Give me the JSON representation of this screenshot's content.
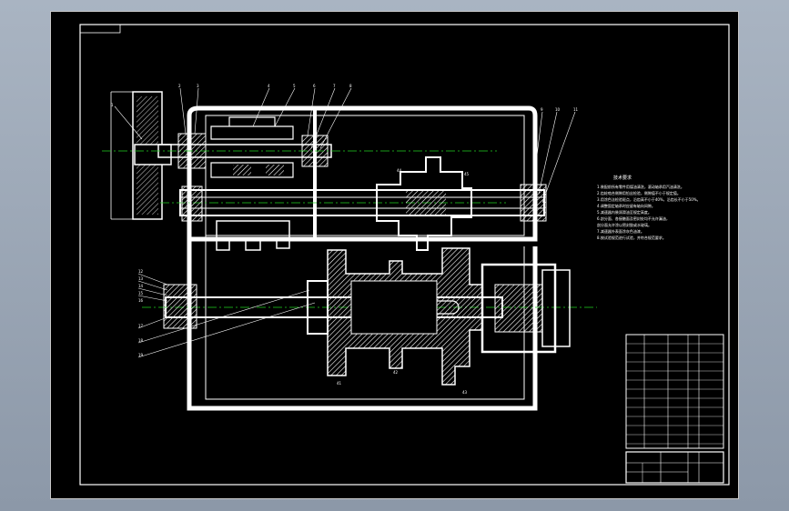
{
  "app": {
    "accent_colors": {
      "background": "#000000",
      "lines": "#ffffff",
      "centerlines": "#22d022"
    }
  },
  "drawing": {
    "technical_requirements": {
      "title": "技术要求",
      "lines": [
        "1.装配前所有零件用煤油清洗，滚动轴承用汽油清洗。",
        "2.齿轮啮合侧隙用铅丝检验，侧隙值不小于规定值。",
        "3.用涂色法检验斑点，沿齿高不小于40%，沿齿长不小于50%。",
        "4.调整固定轴承时应留有轴向间隙。",
        "5.减速器内装润滑油至规定高度。",
        "6.剖分面、各接触面及密封处均不允许漏油，",
        "  剖分面允许涂以密封胶或水玻璃。",
        "7.减速器外表面涂灰色油漆。",
        "8.按试验规范进行试验，并符合规范要求。"
      ]
    },
    "balloons_top": [
      "1",
      "2",
      "3",
      "4",
      "5",
      "6",
      "7",
      "8",
      "9",
      "10",
      "11"
    ],
    "balloons_left": [
      "12",
      "13",
      "14",
      "15",
      "16",
      "17",
      "18",
      "19"
    ],
    "part_labels": [
      "41",
      "42",
      "43",
      "44",
      "45"
    ]
  }
}
